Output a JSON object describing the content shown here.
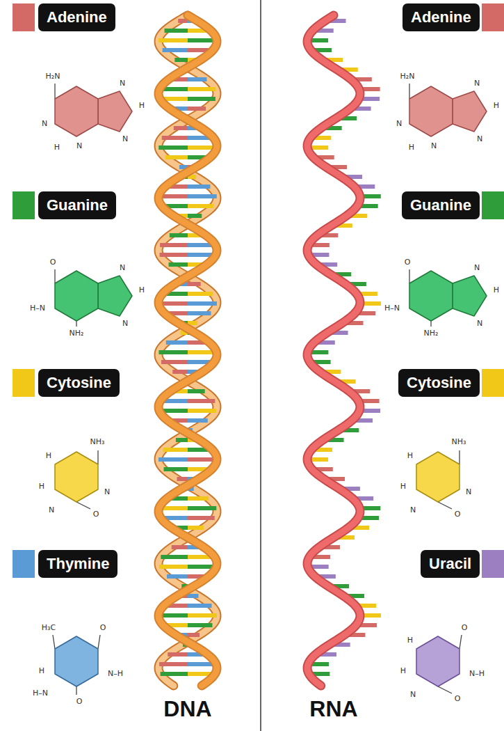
{
  "diagram": {
    "nodes": [
      {
        "text": [
          "Adenine"
        ]
      },
      {
        "text": [
          "Adenine"
        ]
      },
      {
        "text": [
          "Guanine"
        ]
      },
      {
        "text": [
          "Guanine"
        ]
      },
      {
        "text": [
          "Cytosine"
        ]
      },
      {
        "text": [
          "Cytosine"
        ]
      },
      {
        "text": [
          "Thymine"
        ]
      },
      {
        "text": [
          "Uracil"
        ]
      }
    ],
    "labels": [
      "H₂N",
      "N",
      "H",
      "N",
      "N",
      "H",
      "N",
      "N",
      "H",
      "O",
      "H–N",
      "N",
      "NH₂",
      "H",
      "NH₃",
      "H",
      "N",
      "N",
      "O",
      "H₃C",
      "O",
      "H",
      "N–H",
      "H–N",
      "O",
      "H₂N",
      "N",
      "H",
      "N",
      "N",
      "H",
      "N",
      "N",
      "H",
      "O",
      "H–N",
      "N",
      "NH₂",
      "H",
      "NH₃",
      "H",
      "N",
      "N",
      "O",
      "H",
      "O",
      "H",
      "N–H",
      "N",
      "O",
      "DNA",
      "RNA"
    ]
  }
}
